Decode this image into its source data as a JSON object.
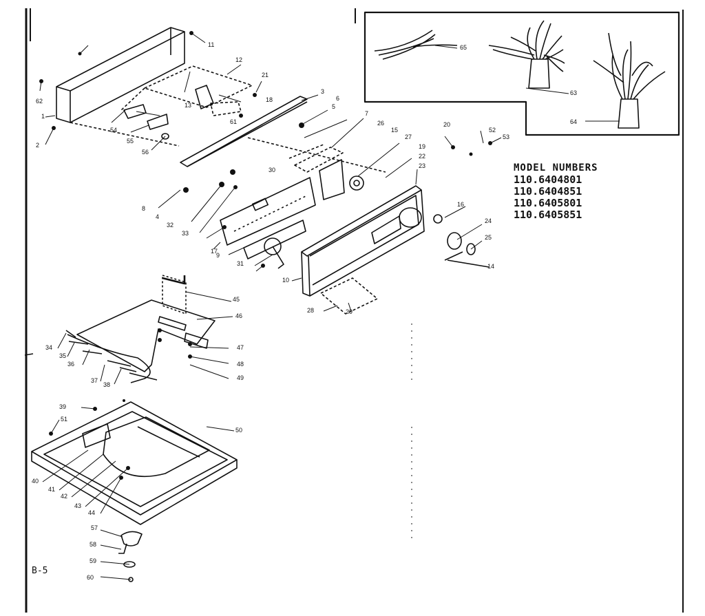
{
  "diagram": {
    "plate_label": "B-5",
    "model_numbers": {
      "heading": "MODEL NUMBERS",
      "items": [
        "110.6404801",
        "110.6404851",
        "110.6405801",
        "110.6405851"
      ]
    },
    "callouts": [
      "1",
      "2",
      "3",
      "4",
      "5",
      "6",
      "7",
      "8",
      "9",
      "10",
      "11",
      "12",
      "13",
      "14",
      "15",
      "16",
      "17",
      "18",
      "19",
      "20",
      "21",
      "22",
      "23",
      "24",
      "25",
      "26",
      "27",
      "28",
      "29",
      "30",
      "31",
      "32",
      "33",
      "34",
      "35",
      "36",
      "37",
      "38",
      "39",
      "40",
      "41",
      "42",
      "43",
      "44",
      "45",
      "46",
      "47",
      "48",
      "49",
      "50",
      "51",
      "52",
      "53",
      "54",
      "55",
      "56",
      "57",
      "58",
      "59",
      "60",
      "61",
      "62",
      "63",
      "64",
      "65"
    ]
  }
}
